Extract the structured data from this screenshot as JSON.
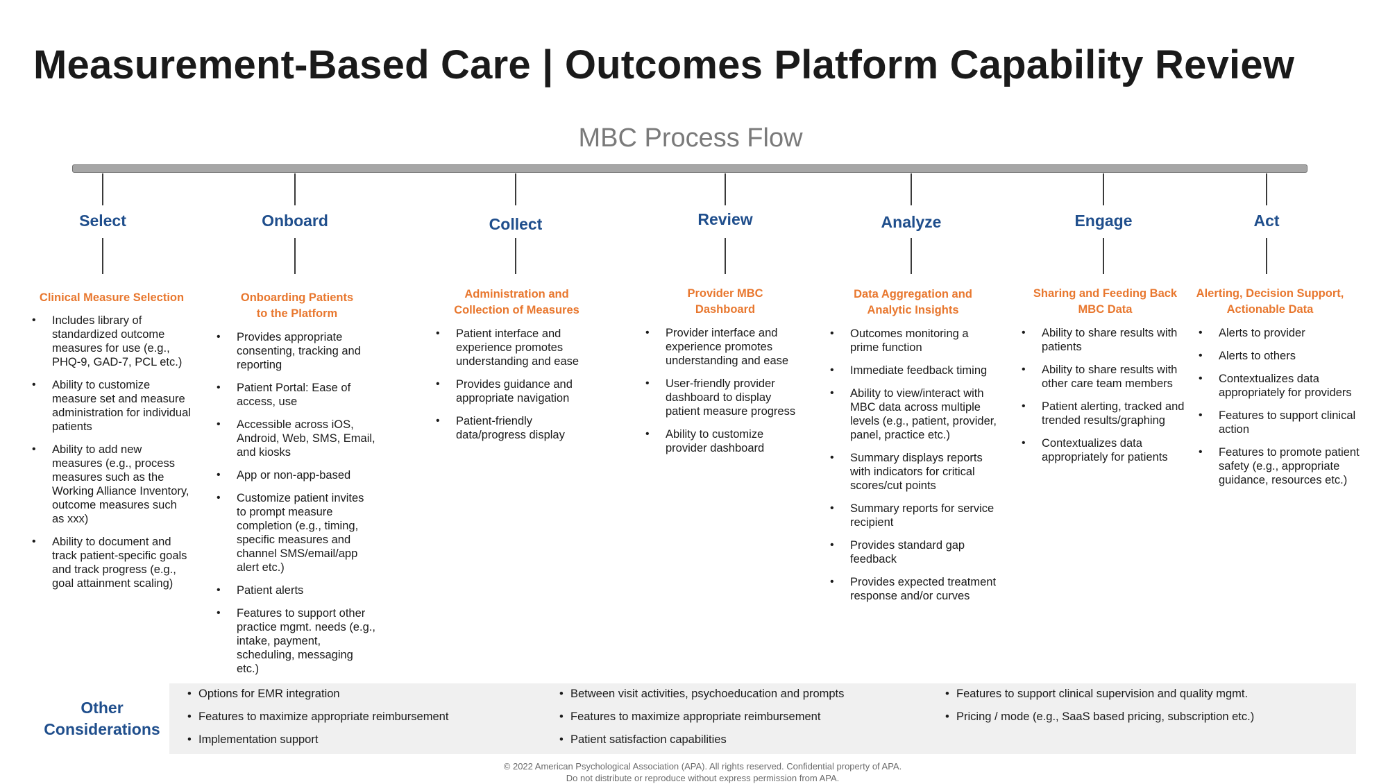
{
  "title": "Measurement-Based Care | Outcomes Platform Capability Review",
  "flow_title": "MBC Process Flow",
  "colors": {
    "stage_label": "#1f4e8c",
    "subheading": "#e8772e",
    "timeline": "#a6a6a6",
    "other_box": "#f0f0f0"
  },
  "stages": [
    {
      "label": "Select",
      "subtitle": [
        "Clinical Measure Selection"
      ],
      "bullets": [
        "Includes library of standardized outcome measures for use (e.g., PHQ-9, GAD-7, PCL etc.)",
        "Ability to customize measure set and measure administration for individual patients",
        "Ability to add new measures (e.g., process measures such as the Working Alliance Inventory, outcome measures such as xxx)",
        "Ability to document and track patient-specific goals and track progress (e.g., goal attainment scaling)"
      ]
    },
    {
      "label": "Onboard",
      "subtitle": [
        "Onboarding Patients",
        "to the Platform"
      ],
      "bullets": [
        "Provides appropriate consenting, tracking and reporting",
        "Patient Portal: Ease of access, use",
        "Accessible across iOS, Android, Web, SMS, Email, and kiosks",
        "App or non-app-based",
        "Customize patient invites to prompt measure completion (e.g., timing, specific measures and channel SMS/email/app alert etc.)",
        "Patient alerts",
        "Features to support other practice mgmt. needs (e.g., intake, payment, scheduling, messaging etc.)"
      ]
    },
    {
      "label": "Collect",
      "subtitle": [
        "Administration and",
        "Collection of Measures"
      ],
      "bullets": [
        "Patient interface and experience promotes understanding and ease",
        "Provides guidance and appropriate navigation",
        "Patient-friendly data/progress display"
      ]
    },
    {
      "label": "Review",
      "subtitle": [
        "Provider MBC",
        "Dashboard"
      ],
      "bullets": [
        "Provider interface and experience promotes understanding and ease",
        "User-friendly provider dashboard to display patient measure progress",
        "Ability to customize provider dashboard"
      ]
    },
    {
      "label": "Analyze",
      "subtitle": [
        "Data Aggregation and",
        "Analytic Insights"
      ],
      "bullets": [
        "Outcomes monitoring a prime function",
        "Immediate feedback timing",
        "Ability to view/interact with MBC data across multiple levels (e.g., patient, provider, panel, practice etc.)",
        "Summary displays reports with indicators for critical scores/cut points",
        "Summary reports for service recipient",
        "Provides standard gap feedback",
        "Provides expected treatment response and/or curves"
      ]
    },
    {
      "label": "Engage",
      "subtitle": [
        "Sharing and Feeding Back",
        "MBC Data"
      ],
      "bullets": [
        "Ability to share results with patients",
        "Ability to share results with other care team members",
        "Patient alerting, tracked and trended results/graphing",
        "Contextualizes data appropriately for patients"
      ]
    },
    {
      "label": "Act",
      "subtitle": [
        "Alerting, Decision Support,",
        "Actionable Data"
      ],
      "bullets": [
        "Alerts to provider",
        "Alerts to others",
        "Contextualizes data appropriately for providers",
        "Features to support clinical action",
        "Features to promote patient safety (e.g., appropriate guidance, resources etc.)"
      ]
    }
  ],
  "other": {
    "label_line1": "Other",
    "label_line2": "Considerations",
    "columns": [
      [
        "Options for EMR integration",
        "Features to maximize appropriate reimbursement",
        "Implementation support"
      ],
      [
        "Between visit activities, psychoeducation and prompts",
        "Features to maximize appropriate reimbursement",
        "Patient satisfaction capabilities"
      ],
      [
        "Features to support clinical supervision and quality mgmt.",
        "Pricing / mode (e.g., SaaS based pricing, subscription etc.)"
      ]
    ]
  },
  "copyright_line1": "© 2022 American Psychological Association (APA). All rights reserved. Confidential property of APA.",
  "copyright_line2": "Do not distribute or reproduce without express permission from APA."
}
